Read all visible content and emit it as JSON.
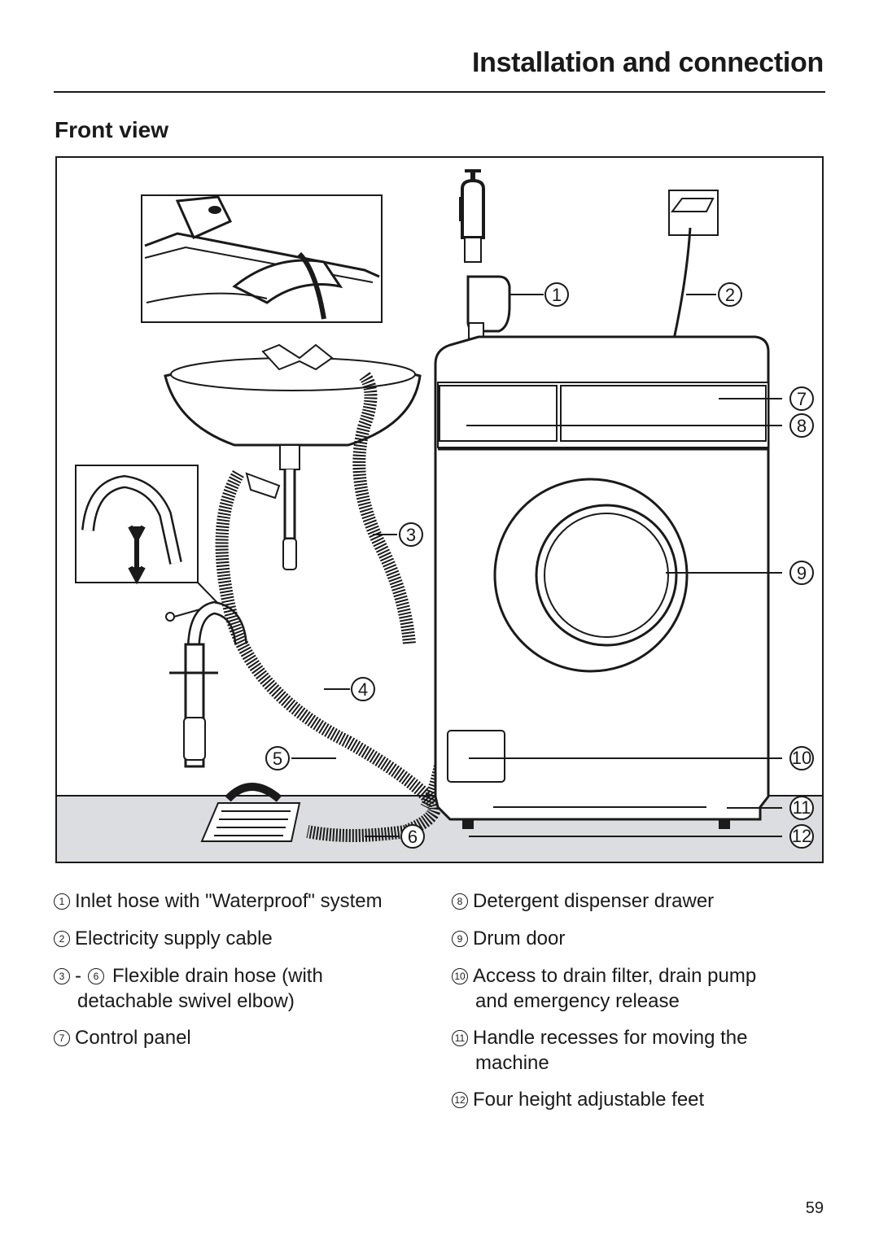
{
  "header": {
    "title": "Installation and connection"
  },
  "section": {
    "title": "Front view"
  },
  "figure": {
    "callouts": [
      "1",
      "2",
      "3",
      "4",
      "5",
      "6",
      "7",
      "8",
      "9",
      "10",
      "11",
      "12"
    ]
  },
  "legend": {
    "items": [
      {
        "num": "1",
        "text": "Inlet hose with \"Waterproof\" system"
      },
      {
        "num": "2",
        "text": "Electricity supply cable"
      },
      {
        "num_from": "3",
        "sep": "-",
        "num_to": "6",
        "text": "Flexible drain hose (with",
        "text2": "detachable swivel elbow)"
      },
      {
        "num": "7",
        "text": "Control panel"
      },
      {
        "num": "8",
        "text": "Detergent dispenser drawer"
      },
      {
        "num": "9",
        "text": "Drum door"
      },
      {
        "num": "10",
        "text": "Access to drain filter, drain pump",
        "text2": "and emergency release"
      },
      {
        "num": "11",
        "text": "Handle recesses for moving the",
        "text2": "machine"
      },
      {
        "num": "12",
        "text": "Four height adjustable feet"
      }
    ]
  },
  "footer": {
    "page_number": "59"
  }
}
